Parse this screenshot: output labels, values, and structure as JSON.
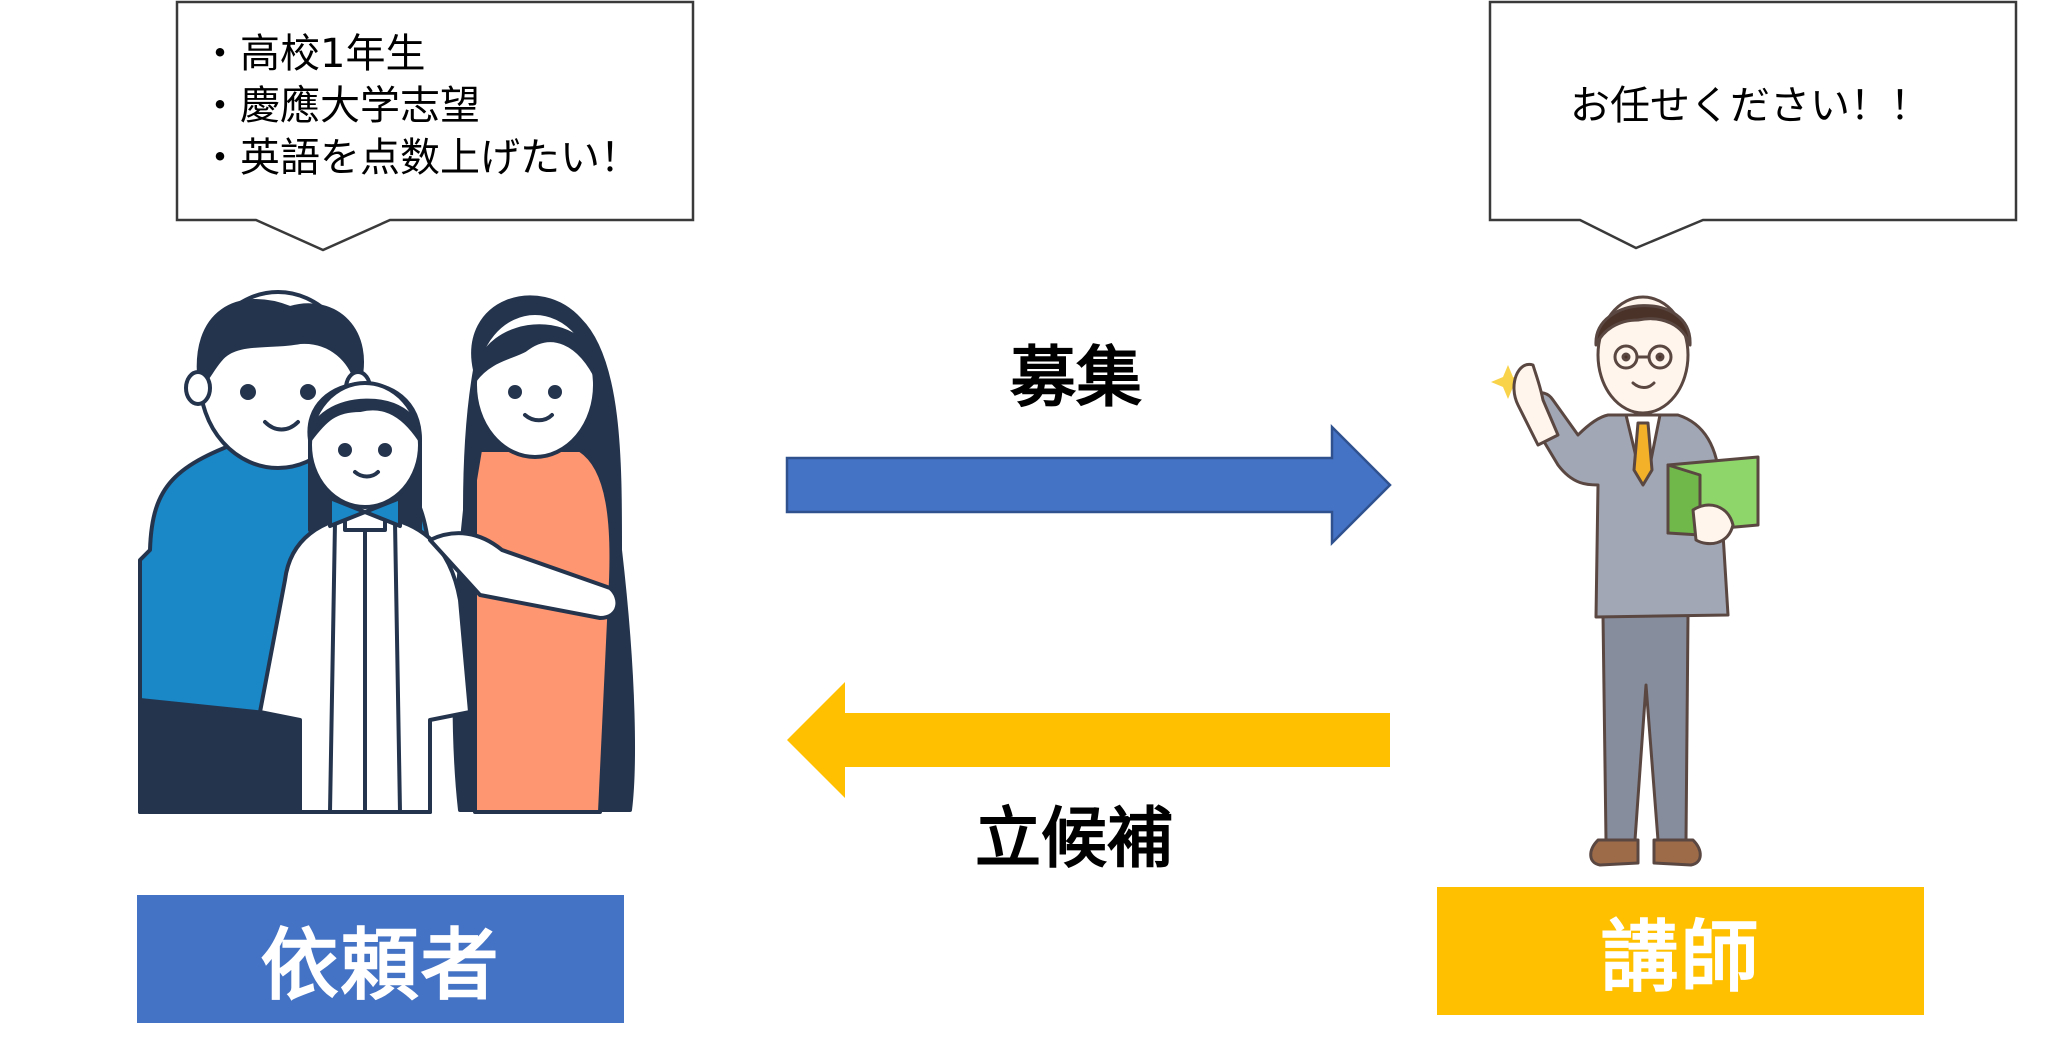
{
  "client_bubble": {
    "lines": [
      "・高校1年生",
      "・慶應大学志望",
      "・英語を点数上げたい！"
    ]
  },
  "teacher_bubble": {
    "text": "お任せください！！"
  },
  "arrows": {
    "top_label": "募集",
    "bottom_label": "立候補",
    "top_color": "#4472C4",
    "bottom_color": "#FFC000"
  },
  "roles": {
    "client_label": "依頼者",
    "teacher_label": "講師",
    "client_color": "#4472C4",
    "teacher_color": "#FFC000"
  },
  "icons": {
    "client": "family-icon",
    "teacher": "teacher-icon"
  }
}
